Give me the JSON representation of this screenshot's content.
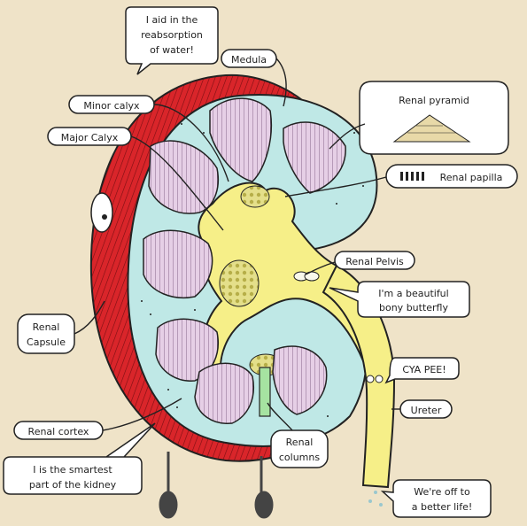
{
  "labels": {
    "speech_water": [
      "I aid in the",
      "reabsorption",
      "of water!"
    ],
    "medula": "Medula",
    "minor_calyx": "Minor calyx",
    "major_calyx": "Major Calyx",
    "renal_pyramid": "Renal pyramid",
    "renal_papilla": "Renal papilla",
    "renal_pelvis": "Renal Pelvis",
    "speech_butterfly": [
      "I'm a beautiful",
      "bony butterfly"
    ],
    "renal_capsule": [
      "Renal",
      "Capsule"
    ],
    "cya_pee": "CYA PEE!",
    "ureter": "Ureter",
    "renal_cortex": "Renal cortex",
    "renal_columns": [
      "Renal",
      "columns"
    ],
    "speech_smartest": [
      "I is the smartest",
      "part of the kidney"
    ],
    "speech_off": [
      "We're off to",
      "a better life!"
    ]
  },
  "colors": {
    "background": "#efe3c8",
    "capsule_red": "#d9252a",
    "cortex_blue": "#bfe8e6",
    "pyramid_pink": "#e6cfe6",
    "pelvis_yellow": "#f6ef88",
    "outline": "#222222"
  }
}
